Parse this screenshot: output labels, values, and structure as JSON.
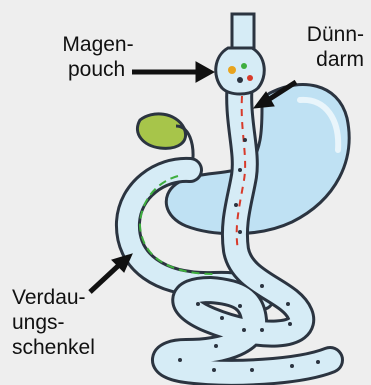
{
  "labels": {
    "magenpouch": [
      "Magen-",
      "pouch"
    ],
    "duenndarm": [
      "Dünn-",
      "darm"
    ],
    "verdauungsschenkel": [
      "Verdau-",
      "ungs-",
      "schenkel"
    ]
  },
  "colors": {
    "background": "#eeeeee",
    "intestine_fill": "#d6ecf6",
    "stomach_fill": "#bfe1f3",
    "outline": "#2b3440",
    "gallbladder": "#a7c54a",
    "bile_flow": "#3fae3f",
    "food_flow": "#d83a2a"
  }
}
